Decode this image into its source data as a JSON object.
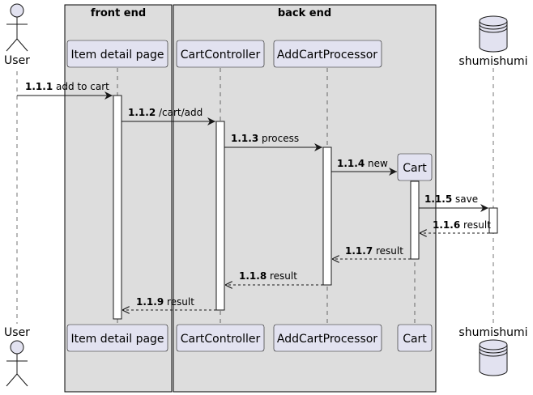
{
  "colors": {
    "participant_fill": "#e2e2f0",
    "participant_stroke": "#181818",
    "group_fill": "#dddddd",
    "group_stroke": "#000000",
    "lifeline": "#181818",
    "activation_fill": "#ffffff"
  },
  "groups": [
    {
      "id": "front",
      "title": "front end"
    },
    {
      "id": "back",
      "title": "back end"
    }
  ],
  "participants": [
    {
      "id": "user",
      "label": "User",
      "kind": "actor"
    },
    {
      "id": "item",
      "label": "Item detail page",
      "kind": "box"
    },
    {
      "id": "cartctrl",
      "label": "CartController",
      "kind": "box"
    },
    {
      "id": "addcart",
      "label": "AddCartProcessor",
      "kind": "box"
    },
    {
      "id": "cart",
      "label": "Cart",
      "kind": "box"
    },
    {
      "id": "db",
      "label": "shumishumi",
      "kind": "database"
    }
  ],
  "messages": [
    {
      "num": "1.1.1",
      "text": "add to cart",
      "from": "user",
      "to": "item",
      "style": "sync"
    },
    {
      "num": "1.1.2",
      "text": "/cart/add",
      "from": "item",
      "to": "cartctrl",
      "style": "sync"
    },
    {
      "num": "1.1.3",
      "text": "process",
      "from": "cartctrl",
      "to": "addcart",
      "style": "sync"
    },
    {
      "num": "1.1.4",
      "text": "new",
      "from": "addcart",
      "to": "cart",
      "style": "create"
    },
    {
      "num": "1.1.5",
      "text": "save",
      "from": "cart",
      "to": "db",
      "style": "sync"
    },
    {
      "num": "1.1.6",
      "text": "result",
      "from": "db",
      "to": "cart",
      "style": "return"
    },
    {
      "num": "1.1.7",
      "text": "result",
      "from": "cart",
      "to": "addcart",
      "style": "return"
    },
    {
      "num": "1.1.8",
      "text": "result",
      "from": "addcart",
      "to": "cartctrl",
      "style": "return"
    },
    {
      "num": "1.1.9",
      "text": "result",
      "from": "cartctrl",
      "to": "item",
      "style": "return"
    }
  ]
}
